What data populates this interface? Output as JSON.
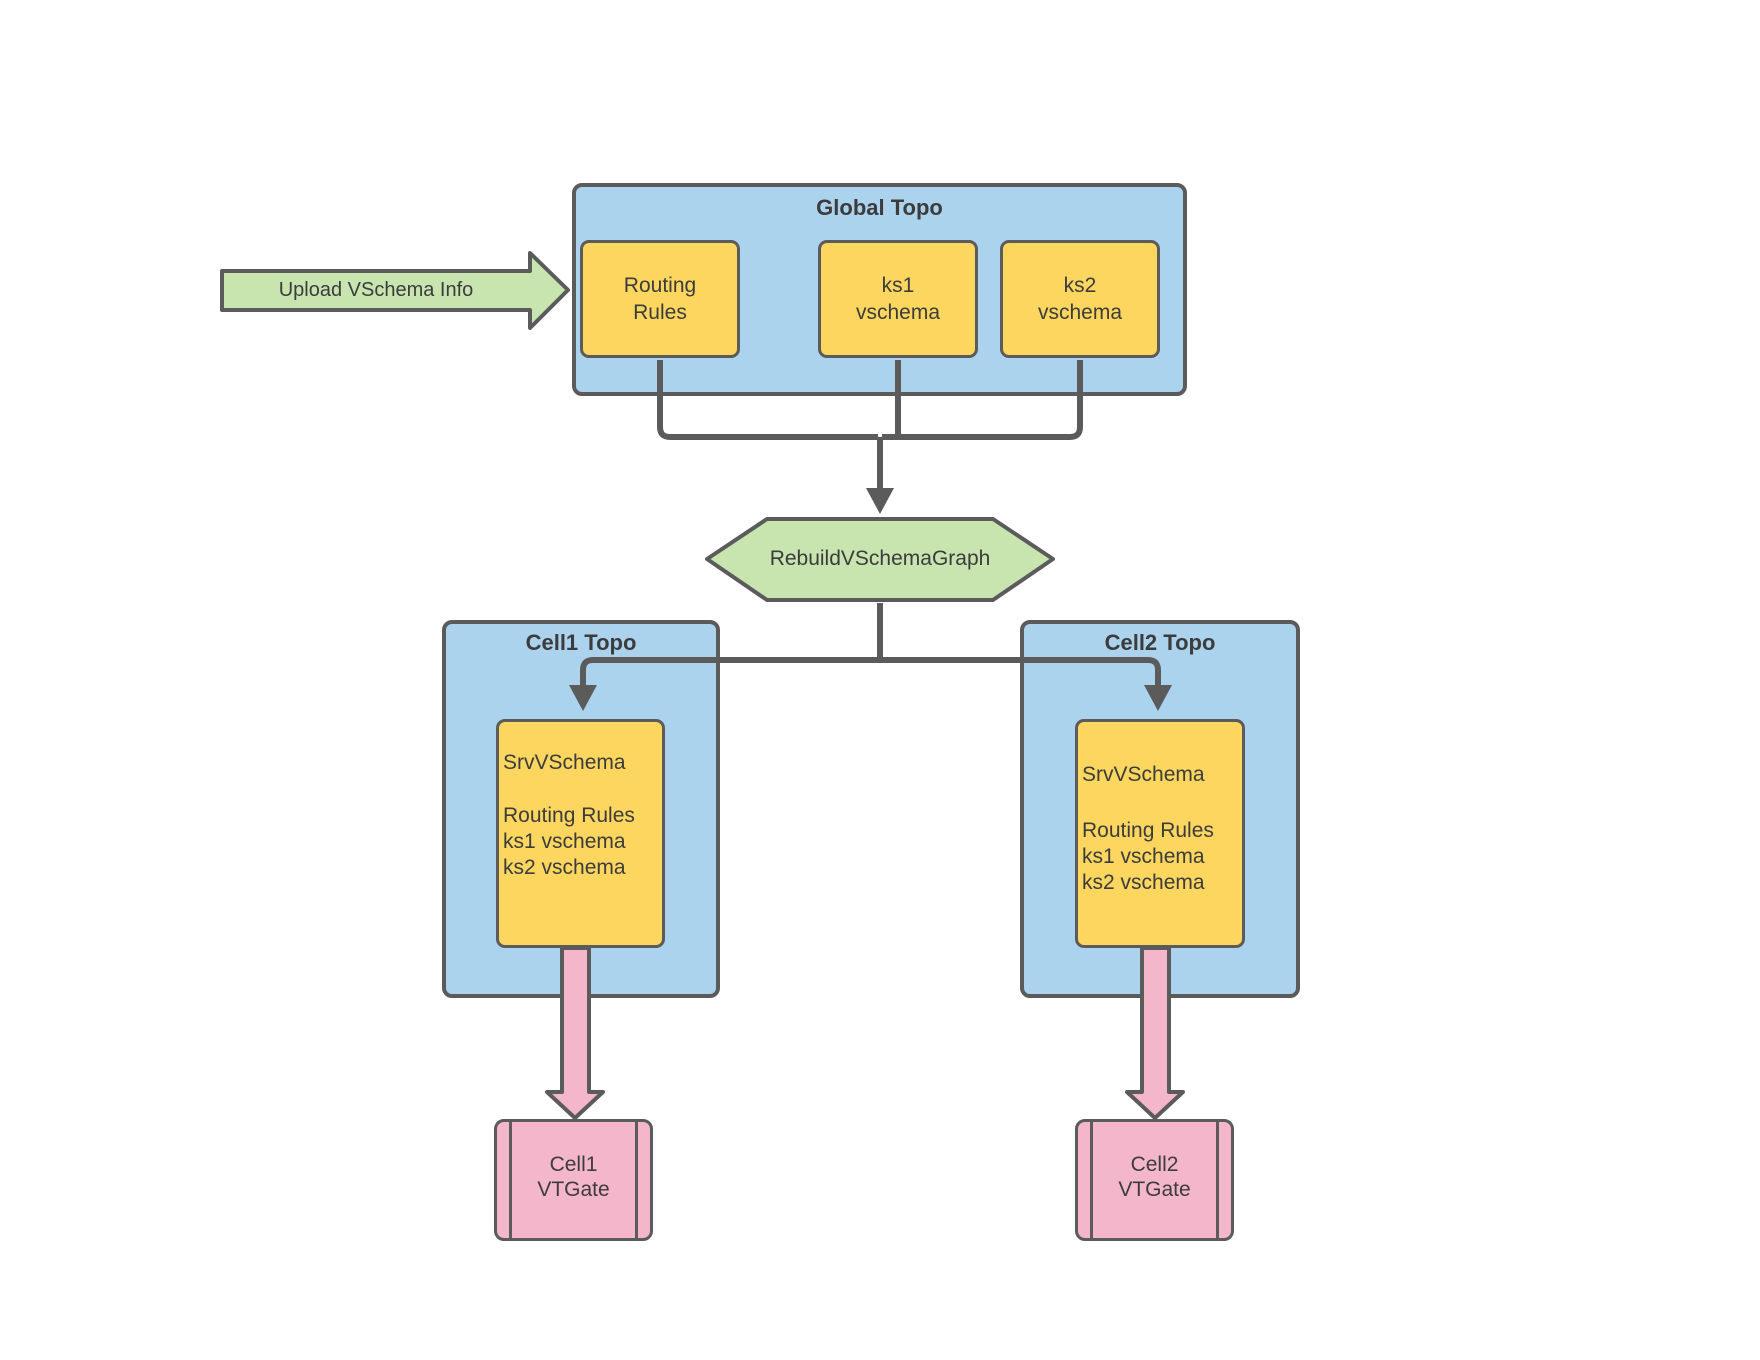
{
  "diagram": {
    "colors": {
      "container_fill": "#abd3ee",
      "node_fill": "#fcd65f",
      "green_fill": "#c8e4af",
      "pink_fill": "#f3b6cb",
      "stroke": "#5b5b5b",
      "text": "#3c3c3c",
      "background": "#ffffff"
    },
    "upload_arrow": {
      "label": "Upload VSchema Info"
    },
    "global_topo": {
      "title": "Global Topo",
      "nodes": [
        {
          "lines": [
            "Routing",
            "Rules"
          ]
        },
        {
          "lines": [
            "ks1",
            "vschema"
          ]
        },
        {
          "lines": [
            "ks2",
            "vschema"
          ]
        }
      ]
    },
    "rebuild_step": {
      "label": "RebuildVSchemaGraph"
    },
    "cells": [
      {
        "title": "Cell1 Topo",
        "srv_box": {
          "heading": "SrvVSchema",
          "lines": [
            "Routing Rules",
            "ks1 vschema",
            "ks2 vschema"
          ]
        },
        "vtgate": {
          "lines": [
            "Cell1",
            "VTGate"
          ]
        }
      },
      {
        "title": "Cell2 Topo",
        "srv_box": {
          "heading": "SrvVSchema",
          "lines": [
            "Routing Rules",
            "ks1 vschema",
            "ks2 vschema"
          ]
        },
        "vtgate": {
          "lines": [
            "Cell2",
            "VTGate"
          ]
        }
      }
    ]
  }
}
